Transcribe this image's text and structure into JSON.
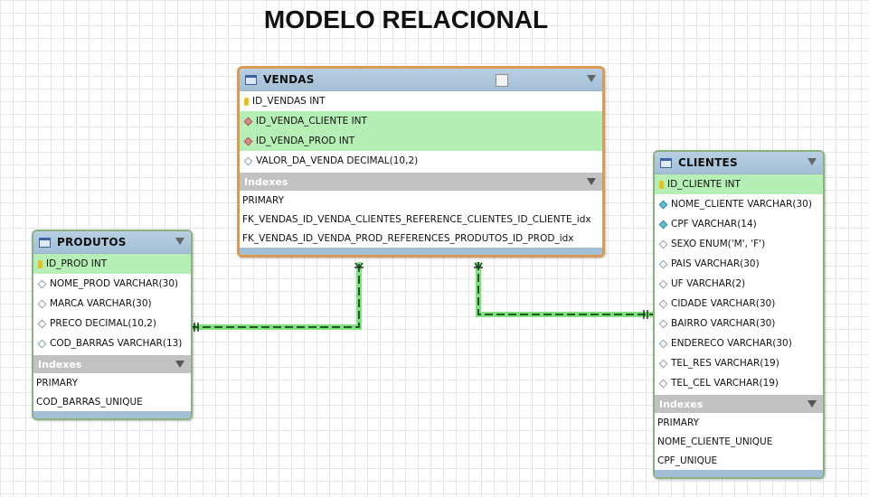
{
  "title": "MODELO RELACIONAL",
  "indexes_label": "Indexes",
  "tables": {
    "vendas": {
      "name": "VENDAS",
      "columns": [
        "ID_VENDAS INT",
        "ID_VENDA_CLIENTE INT",
        "ID_VENDA_PROD INT",
        "VALOR_DA_VENDA DECIMAL(10,2)"
      ],
      "indexes": [
        "PRIMARY",
        "FK_VENDAS_ID_VENDA_CLIENTES_REFERENCE_CLIENTES_ID_CLIENTE_idx",
        "FK_VENDAS_ID_VENDA_PROD_REFERENCES_PRODUTOS_ID_PROD_idx"
      ]
    },
    "produtos": {
      "name": "PRODUTOS",
      "columns": [
        "ID_PROD INT",
        "NOME_PROD VARCHAR(30)",
        "MARCA VARCHAR(30)",
        "PRECO DECIMAL(10,2)",
        "COD_BARRAS VARCHAR(13)"
      ],
      "indexes": [
        "PRIMARY",
        "COD_BARRAS_UNIQUE"
      ]
    },
    "clientes": {
      "name": "CLIENTES",
      "columns": [
        "ID_CLIENTE INT",
        "NOME_CLIENTE VARCHAR(30)",
        "CPF VARCHAR(14)",
        "SEXO ENUM('M', 'F')",
        "PAIS VARCHAR(30)",
        "UF VARCHAR(2)",
        "CIDADE VARCHAR(30)",
        "BAIRRO VARCHAR(30)",
        "ENDERECO VARCHAR(30)",
        "TEL_RES VARCHAR(19)",
        "TEL_CEL VARCHAR(19)"
      ],
      "indexes": [
        "PRIMARY",
        "NOME_CLIENTE_UNIQUE",
        "CPF_UNIQUE"
      ]
    }
  },
  "colors": {
    "header": "#a3bfd6",
    "fk_highlight": "#b6efb5",
    "relationship_line": "#1f6b1f",
    "relationship_glow": "#7fe07f",
    "selected_border": "#d89a55"
  }
}
